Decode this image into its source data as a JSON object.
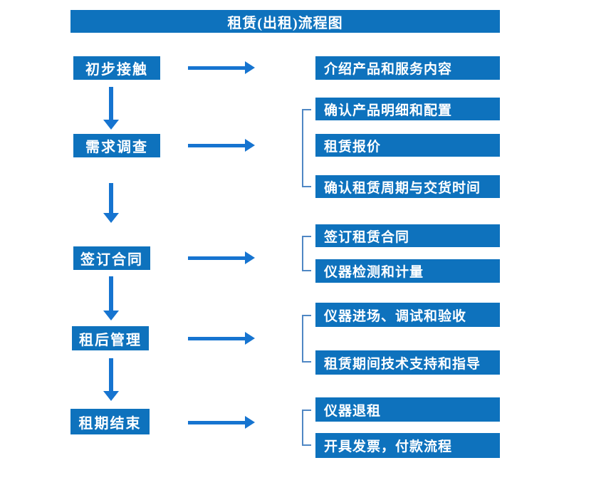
{
  "title": "租赁(出租)流程图",
  "colors": {
    "box_fill": "#0e72bd",
    "arrow": "#1674d0",
    "bracket": "#4f87c4",
    "box_text": "#ffffff",
    "background": "#ffffff"
  },
  "stages": [
    {
      "label": "初步接触",
      "details": [
        "介绍产品和服务内容"
      ]
    },
    {
      "label": "需求调查",
      "details": [
        "确认产品明细和配置",
        "租赁报价",
        "确认租赁周期与交货时间"
      ]
    },
    {
      "label": "签订合同",
      "details": [
        "签订租赁合同",
        "仪器检测和计量"
      ]
    },
    {
      "label": "租后管理",
      "details": [
        "仪器进场、调试和验收",
        "租赁期间技术支持和指导"
      ]
    },
    {
      "label": "租期结束",
      "details": [
        "仪器退租",
        "开具发票，付款流程"
      ]
    }
  ]
}
